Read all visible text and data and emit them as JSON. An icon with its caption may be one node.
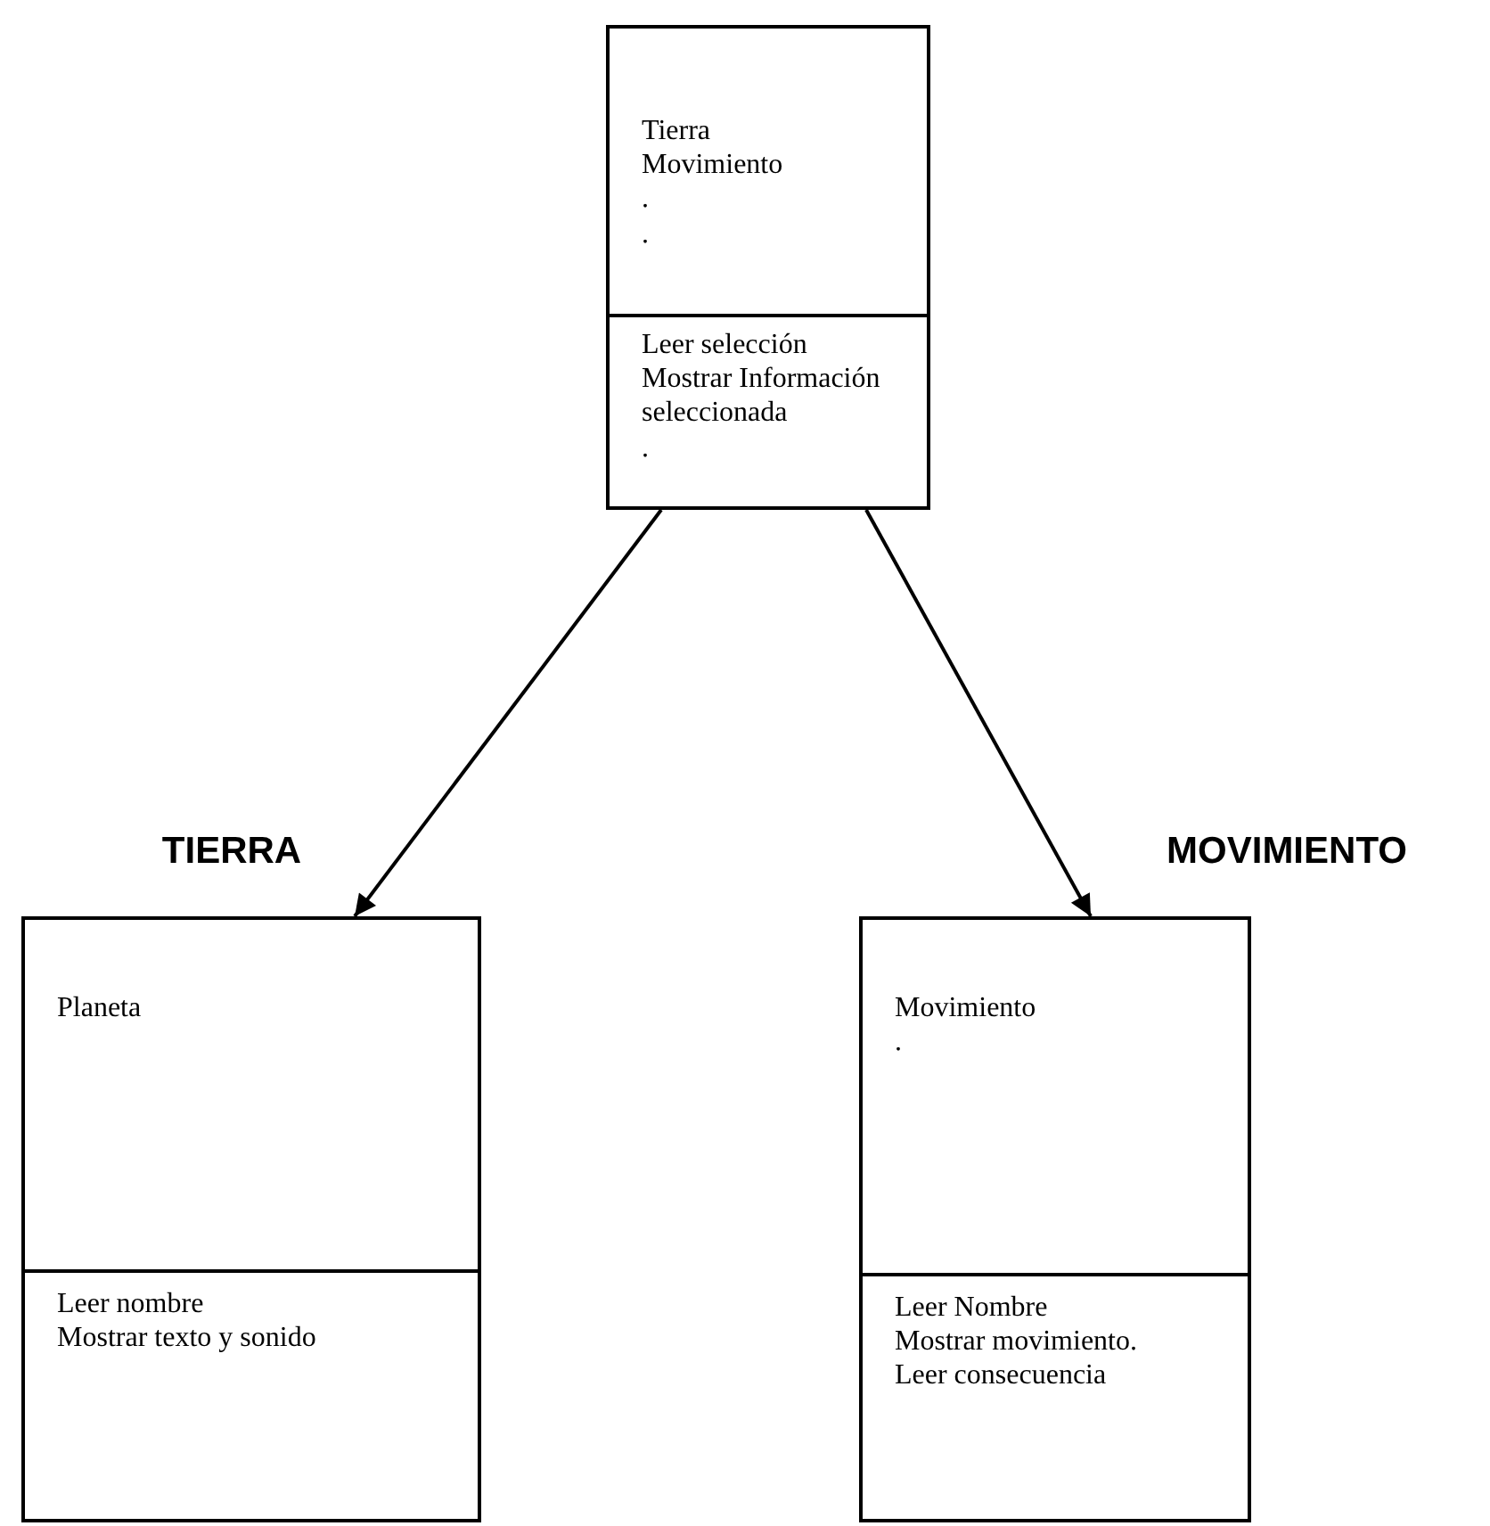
{
  "diagram": {
    "nodes": [
      {
        "text": [],
        "shape": "box"
      },
      {
        "text": [
          "Tierra",
          "Movimiento",
          ".",
          "."
        ],
        "in": 0
      },
      {
        "text": [
          "Leer selección",
          "Mostrar Información seleccionada",
          "."
        ],
        "in": 0
      },
      {
        "text": [],
        "shape": "box",
        "beside": [
          "TIERRA"
        ]
      },
      {
        "text": [
          "Planeta"
        ],
        "in": 3
      },
      {
        "text": [
          "Leer nombre",
          "Mostrar texto y sonido"
        ],
        "in": 3
      },
      {
        "text": [],
        "shape": "box",
        "beside": [
          "MOVIMIENTO"
        ]
      },
      {
        "text": [
          "Movimiento",
          "."
        ],
        "in": 6
      },
      {
        "text": [
          "Leer Nombre",
          "Mostrar movimiento.",
          "Leer consecuencia"
        ],
        "in": 6
      }
    ],
    "edges": [
      {
        "from": 0,
        "to": 3,
        "arrow": "to"
      },
      {
        "from": 0,
        "to": 6,
        "arrow": "to"
      }
    ]
  }
}
